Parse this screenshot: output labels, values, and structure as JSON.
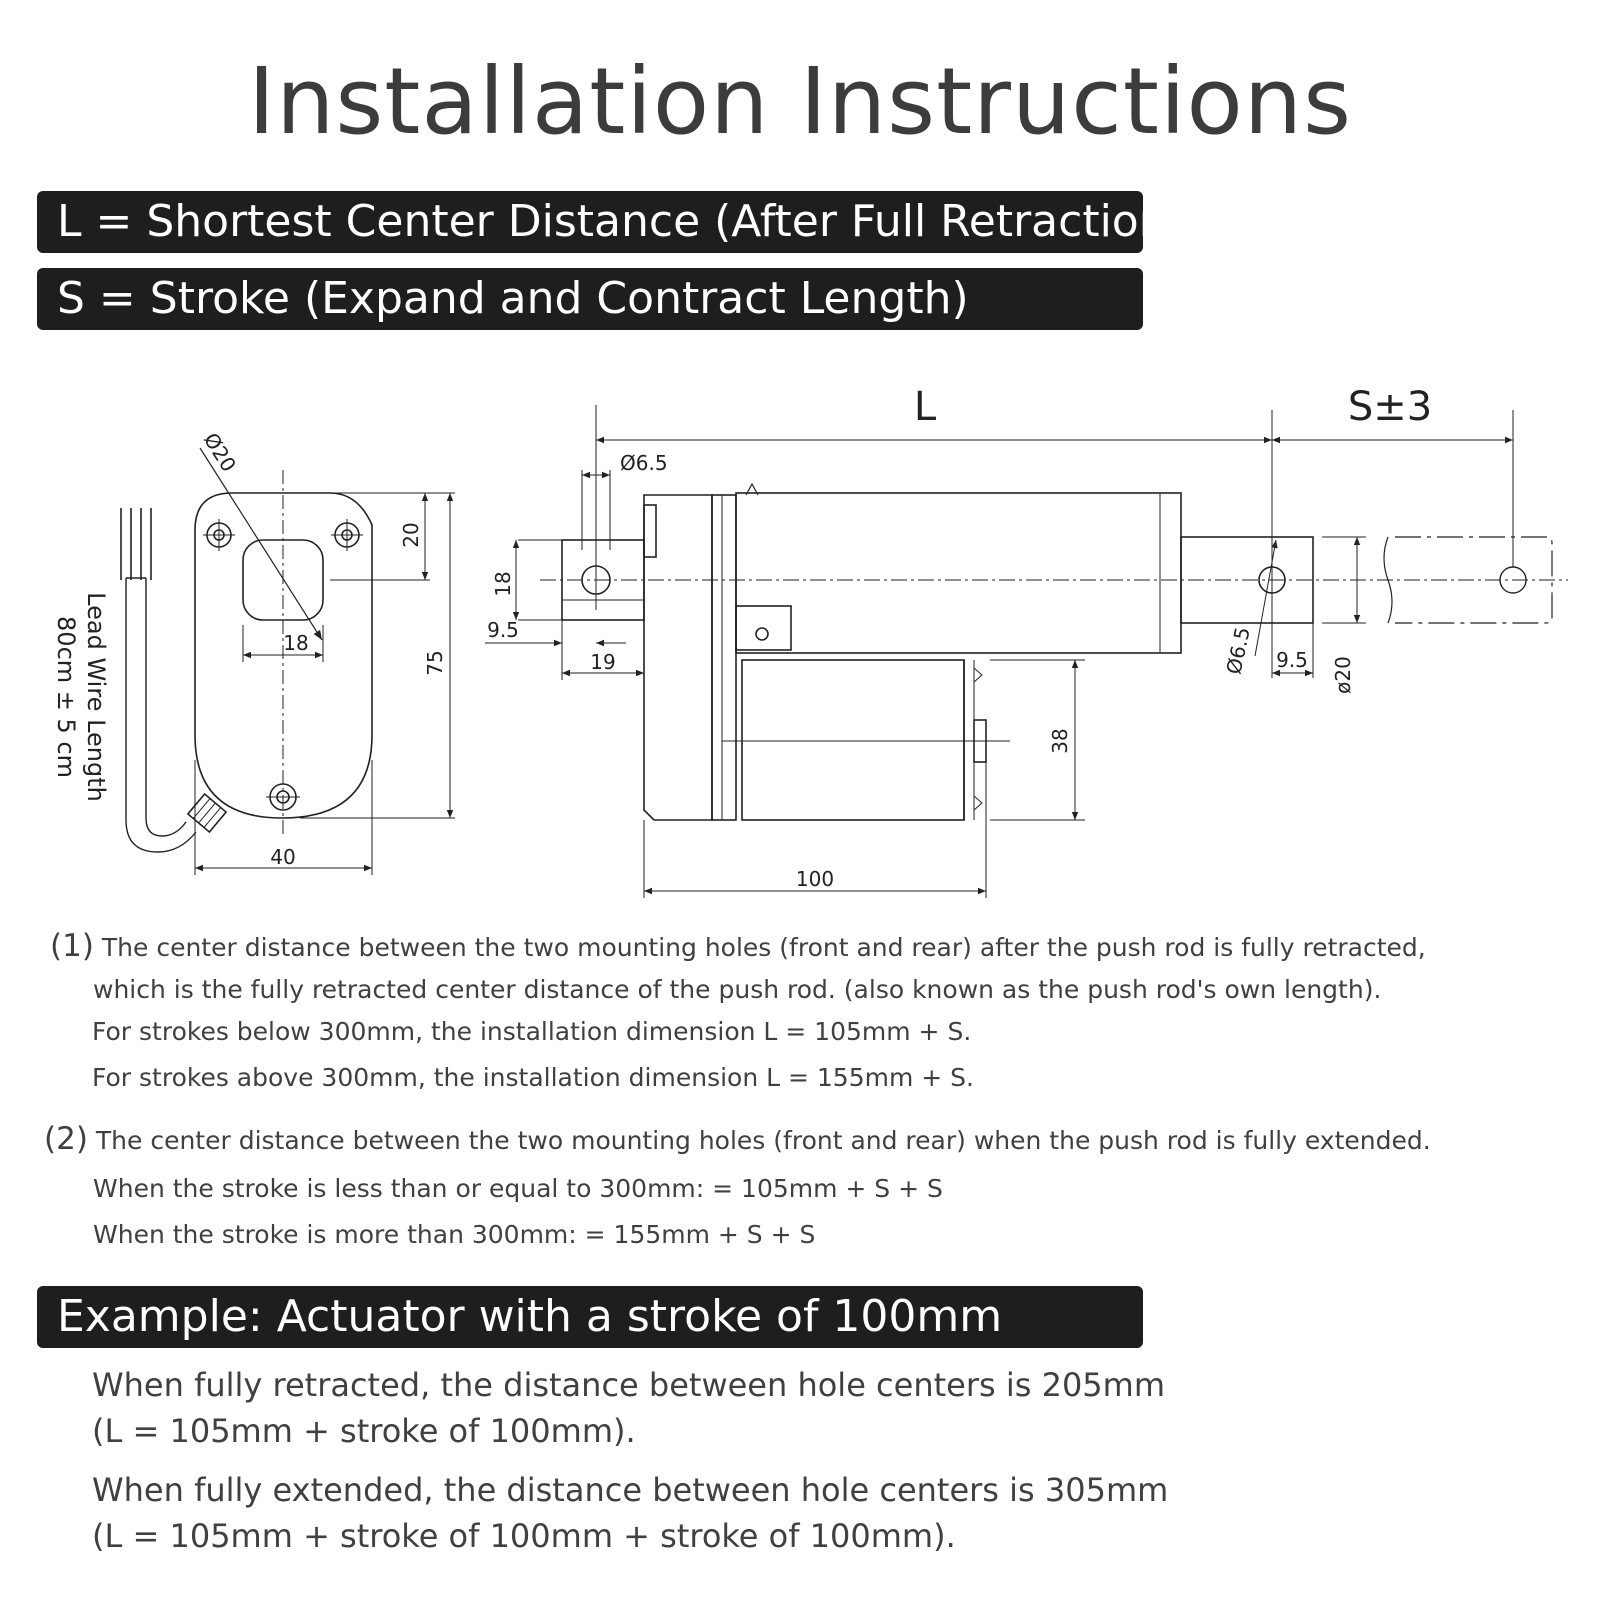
{
  "title": "Installation Instructions",
  "definitions": [
    "L = Shortest Center Distance (After Full Retraction)",
    "S = Stroke (Expand and Contract Length)"
  ],
  "diagram_labels": {
    "end_view": {
      "dia_20": "Ø20",
      "dim_20": "20",
      "dim_18": "18",
      "dim_75": "75",
      "dim_40": "40",
      "lead_wire_1": "Lead Wire Length",
      "lead_wire_2": "80cm ± 5 cm"
    },
    "side_view": {
      "L": "L",
      "stroke": "S±3",
      "dia_6_5_rear": "Ø6.5",
      "dim_18": "18",
      "dim_9_5_left": "9.5",
      "dim_19": "19",
      "dia_6_5_front": "Ø6.5",
      "dim_9_5_right": "9.5",
      "dia_20": "ø20",
      "dim_38": "38",
      "dim_100": "100"
    }
  },
  "notes": {
    "n1_marker": "(1)",
    "n1_line1": "The center distance between the two mounting holes (front and rear) after the push rod is fully retracted,",
    "n1_line2": "which is the fully retracted center distance of the push rod. (also known as the push rod's own length).",
    "n1_line3": "For strokes below 300mm, the installation dimension L = 105mm + S.",
    "n1_line4": "For strokes above 300mm, the installation dimension L = 155mm + S.",
    "n2_marker": "(2)",
    "n2_line1": "The center distance between the two mounting holes (front and rear) when the push rod is fully extended.",
    "n2_line2": "When the stroke is less than or equal to 300mm: = 105mm + S + S",
    "n2_line3": "When the stroke is more than 300mm: = 155mm + S + S"
  },
  "example": {
    "heading": "Example: Actuator with a stroke of 100mm",
    "retracted_line1": "When fully retracted, the distance between hole centers is 205mm",
    "retracted_line2": "(L = 105mm + stroke of 100mm).",
    "extended_line1": "When fully extended, the distance between hole centers is 305mm",
    "extended_line2": "(L = 105mm + stroke of 100mm + stroke of 100mm)."
  },
  "colors": {
    "banner_bg": "#1e1e1e",
    "banner_text": "#ffffff",
    "text": "#404040",
    "line": "#222222"
  }
}
